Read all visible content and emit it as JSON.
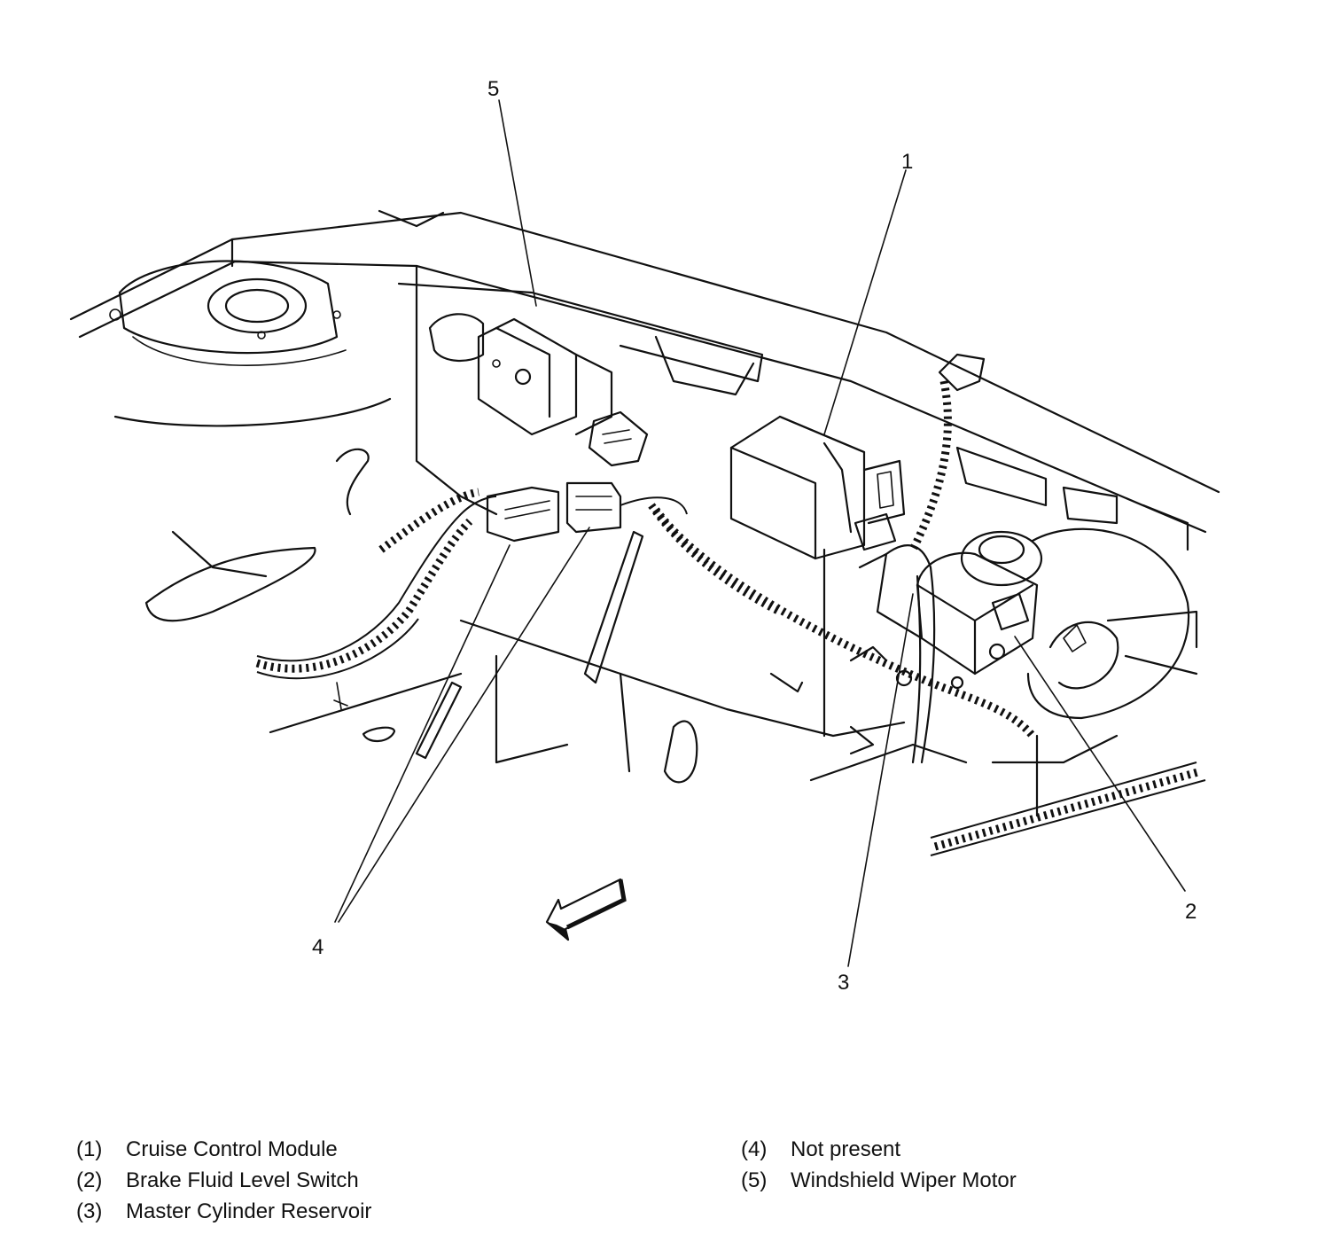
{
  "callouts": {
    "c1": "1",
    "c2": "2",
    "c3": "3",
    "c4": "4",
    "c5": "5"
  },
  "legend": [
    {
      "num": "(1)",
      "label": "Cruise Control Module"
    },
    {
      "num": "(2)",
      "label": "Brake Fluid Level Switch"
    },
    {
      "num": "(3)",
      "label": "Master Cylinder Reservoir"
    },
    {
      "num": "(4)",
      "label": "Not present"
    },
    {
      "num": "(5)",
      "label": "Windshield Wiper Motor"
    }
  ],
  "icons": {
    "direction_arrow": "forward-arrow-icon"
  }
}
